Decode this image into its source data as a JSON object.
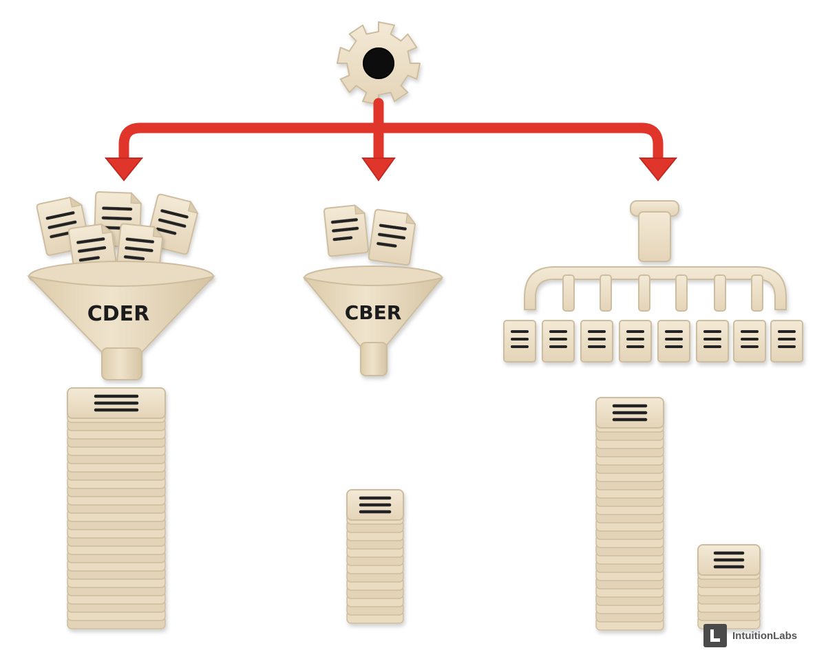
{
  "funnels": [
    {
      "id": "cder",
      "label": "CDER"
    },
    {
      "id": "cber",
      "label": "CBER"
    }
  ],
  "brand": {
    "name": "IntuitionLabs"
  },
  "colors": {
    "clay": "#efe3cc",
    "clay_shadow": "#cbbb9f",
    "arrow": "#e0352b",
    "ink": "#222222"
  },
  "icons": [
    "gear-icon",
    "document-icon",
    "funnel-icon",
    "manifold-icon",
    "arrow-icon"
  ]
}
